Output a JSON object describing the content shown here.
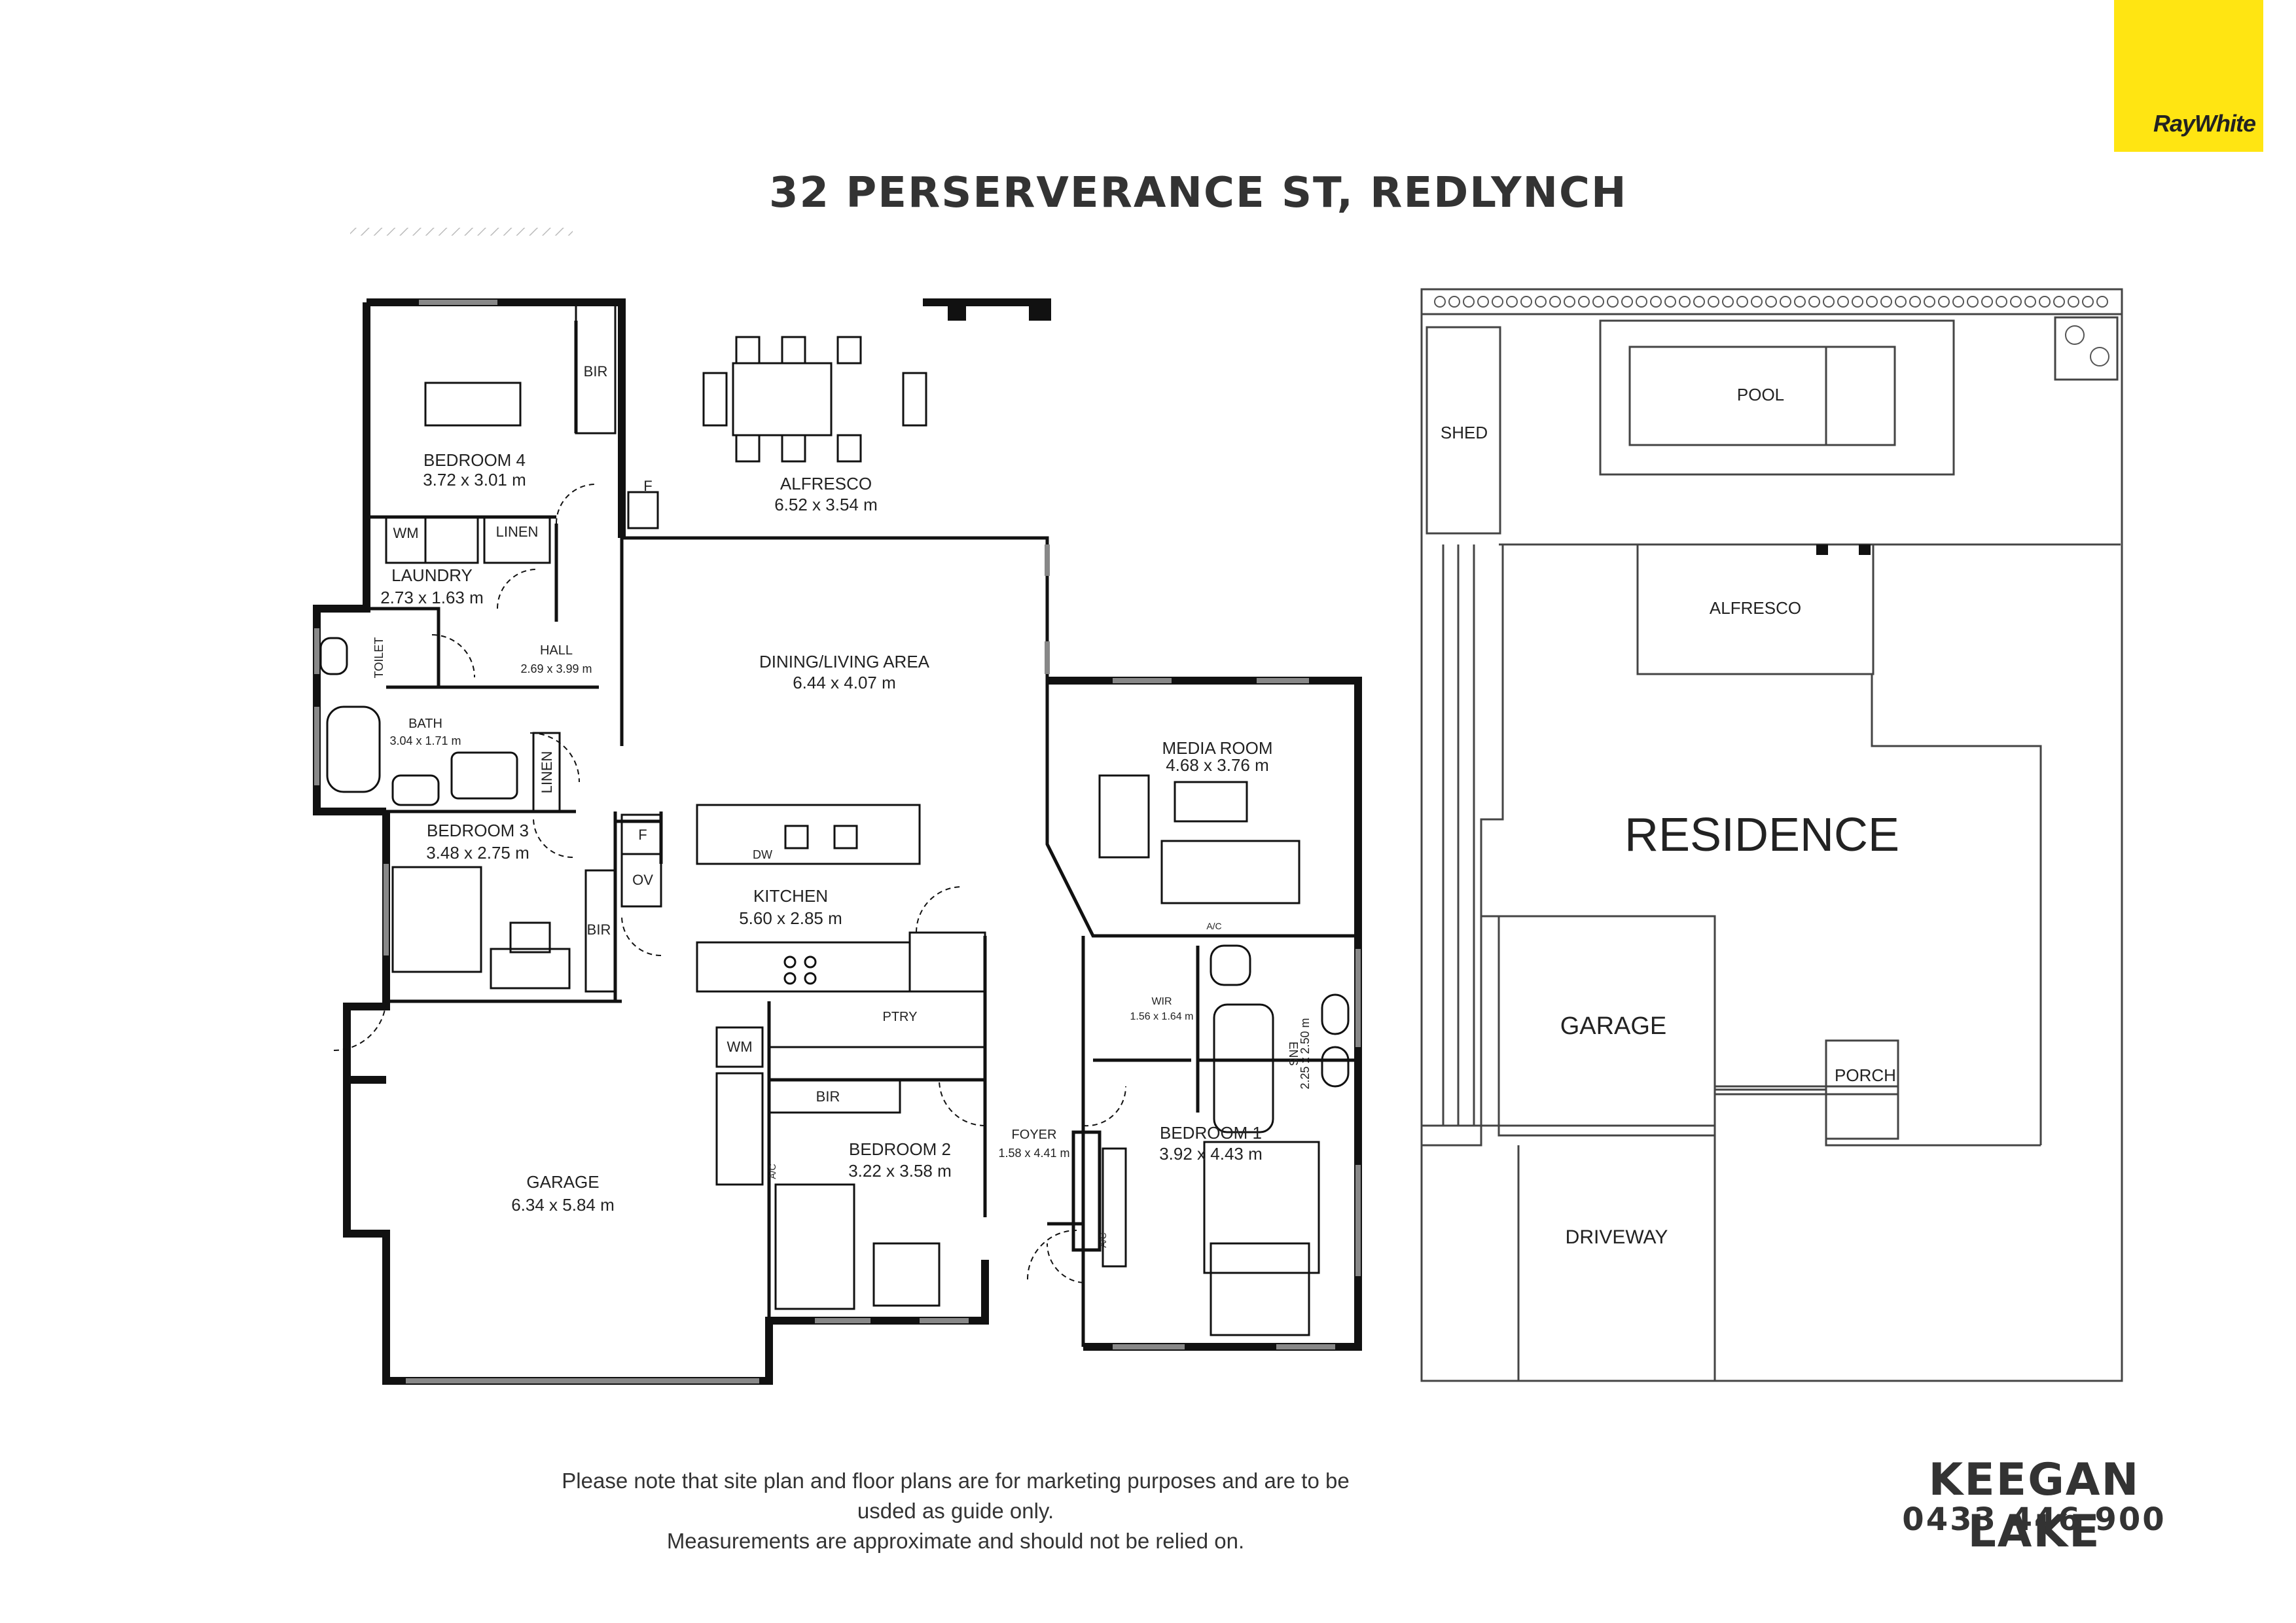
{
  "title": "32 PERSERVERANCE ST, REDLYNCH",
  "brand": {
    "name": "RayWhite",
    "color": "#ffe512"
  },
  "floor_plan": {
    "rooms": [
      {
        "id": "bedroom4",
        "name": "BEDROOM 4",
        "size": "3.72 x 3.01 m"
      },
      {
        "id": "alfresco",
        "name": "ALFRESCO",
        "size": "6.52 x 3.54 m"
      },
      {
        "id": "laundry",
        "name": "LAUNDRY",
        "size": "2.73 x 1.63 m"
      },
      {
        "id": "hall",
        "name": "HALL",
        "size": "2.69 x 3.99 m"
      },
      {
        "id": "dining",
        "name": "DINING/LIVING AREA",
        "size": "6.44 x 4.07 m"
      },
      {
        "id": "bath",
        "name": "BATH",
        "size": "3.04 x 1.71 m"
      },
      {
        "id": "media",
        "name": "MEDIA ROOM",
        "size": "4.68 x 3.76 m"
      },
      {
        "id": "bedroom3",
        "name": "BEDROOM 3",
        "size": "3.48 x 2.75 m"
      },
      {
        "id": "kitchen",
        "name": "KITCHEN",
        "size": "5.60 x 2.85 m"
      },
      {
        "id": "wir",
        "name": "WIR",
        "size": "1.56 x 1.64 m"
      },
      {
        "id": "ens",
        "name": "ENS",
        "size": "2.25 x 2.50 m"
      },
      {
        "id": "foyer",
        "name": "FOYER",
        "size": "1.58 x 4.41 m"
      },
      {
        "id": "bedroom2",
        "name": "BEDROOM 2",
        "size": "3.22 x 3.58 m"
      },
      {
        "id": "bedroom1",
        "name": "BEDROOM 1",
        "size": "3.92 x 4.43 m"
      },
      {
        "id": "garage",
        "name": "GARAGE",
        "size": "6.34 x 5.84 m"
      }
    ],
    "fixtures": {
      "bir": "BIR",
      "linen": "LINEN",
      "wm": "WM",
      "toilet": "TOILET",
      "fridge": "F",
      "oven": "OV",
      "dishwasher": "DW",
      "pantry": "PTRY",
      "aircon": "A/C"
    }
  },
  "site_plan": {
    "labels": {
      "pool": "POOL",
      "shed": "SHED",
      "alfresco": "ALFRESCO",
      "residence": "RESIDENCE",
      "garage": "GARAGE",
      "porch": "PORCH",
      "driveway": "DRIVEWAY"
    }
  },
  "disclaimer": {
    "line1": "Please note that site plan and floor plans are for marketing purposes and are to be usded as guide only.",
    "line2": "Measurements are approximate and should not be relied on."
  },
  "agent": {
    "name": "KEEGAN LAKE",
    "phone": "0433 446 900"
  }
}
